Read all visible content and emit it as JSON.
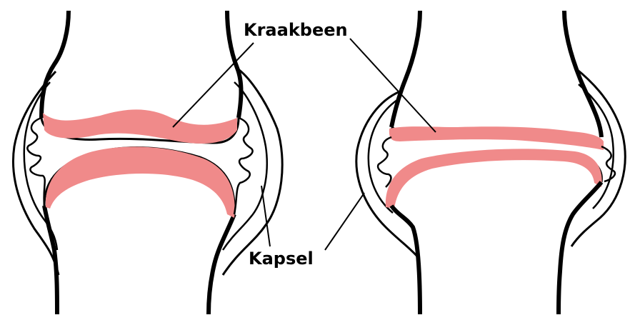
{
  "labels": {
    "kraakbeen": "Kraakbeen",
    "kapsel": "Kapsel"
  },
  "colors": {
    "cartilage": "#f08a8a",
    "outline": "#000000",
    "background": "#ffffff"
  },
  "joints": [
    {
      "name": "healthy-joint"
    },
    {
      "name": "worn-joint"
    }
  ]
}
